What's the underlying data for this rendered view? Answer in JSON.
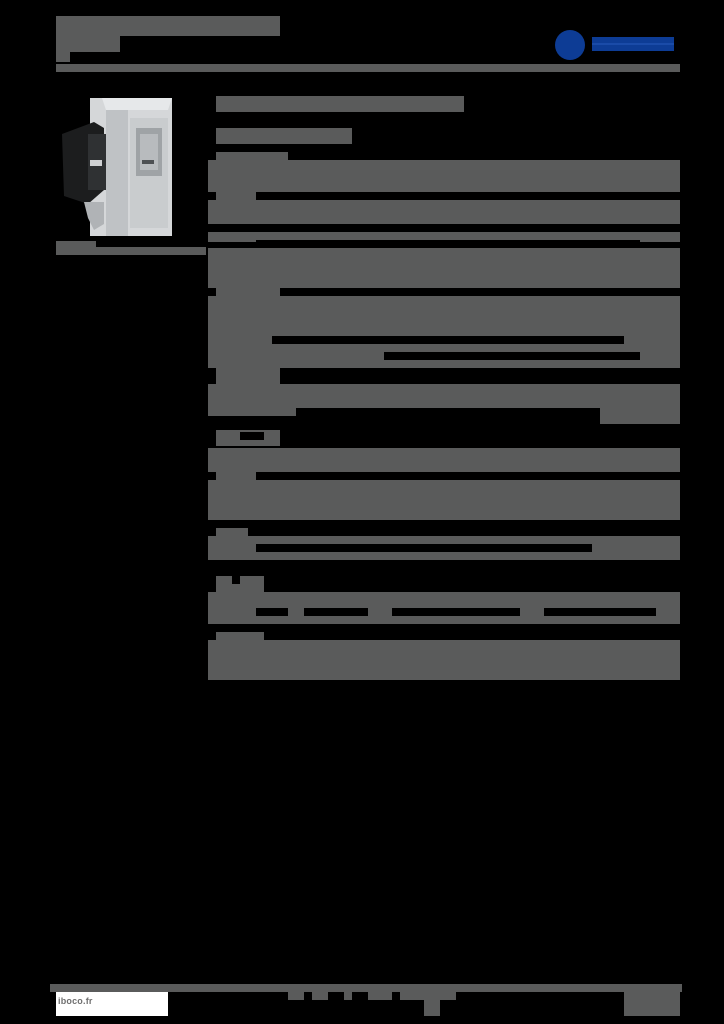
{
  "header": {
    "title_redacted": true,
    "subtitle_redacted": true,
    "logo": {
      "icon": "brand-logo-icon",
      "color": "#0d3c95"
    }
  },
  "product": {
    "image": "rj45-keystone-module-image",
    "caption_redacted": true
  },
  "content": {
    "heading_redacted": true,
    "subheading_redacted": true,
    "sections_count": 8,
    "block_color": "#5a5b5b",
    "background_color": "#000000"
  },
  "footer": {
    "website": "iboco.fr",
    "page_info_redacted": true
  }
}
